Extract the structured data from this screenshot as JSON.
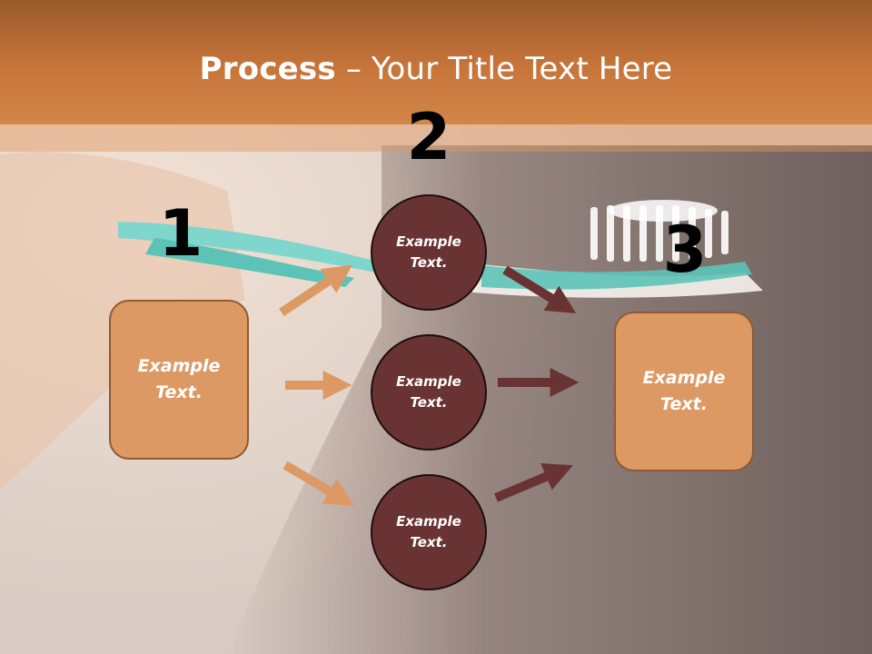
{
  "title": {
    "bold": "Process",
    "dash": " – ",
    "rest": "Your Title Text Here"
  },
  "steps": [
    {
      "number": "1",
      "label": "Example\nText."
    },
    {
      "number": "2",
      "labels": [
        "Example\nText.",
        "Example\nText.",
        "Example\nText."
      ]
    },
    {
      "number": "3",
      "label": "Example\nText."
    }
  ],
  "colors": {
    "title_band": "#c8753a",
    "box_fill": "#dc9964",
    "circle_fill": "#6a3333",
    "arrow_left": "#dc9964",
    "arrow_right": "#6a3333"
  }
}
